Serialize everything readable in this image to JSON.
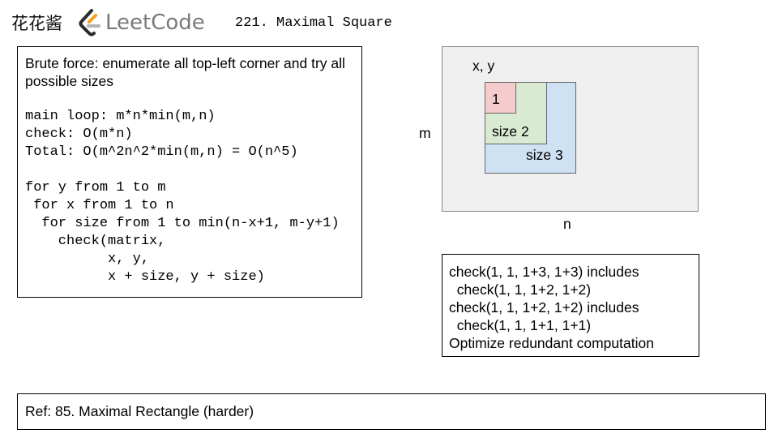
{
  "header": {
    "brand_cn": "花花酱",
    "logo_text": "LeetCode",
    "problem_title": "221. Maximal Square",
    "logo_colors": {
      "bracket": "#2b2b2b",
      "chevron": "#f89f1b",
      "dash": "#b3b3b3"
    }
  },
  "algorithm": {
    "description": "Brute force: enumerate all top-left corner and try all possible sizes",
    "complexity_lines": [
      "main loop: m*n*min(m,n)",
      "check: O(m*n)",
      "Total: O(m^2n^2*min(m,n) = O(n^5)"
    ],
    "code_lines": [
      "for y from 1 to m",
      " for x from 1 to n",
      "  for size from 1 to min(n-x+1, m-y+1)",
      "    check(matrix,",
      "          x, y,",
      "          x + size, y + size)"
    ]
  },
  "diagram": {
    "corner_label": "x, y",
    "rows_label": "m",
    "cols_label": "n",
    "squares": [
      {
        "label": "1",
        "color": "#f4cccc"
      },
      {
        "label": "size 2",
        "color": "#d9ead3"
      },
      {
        "label": "size 3",
        "color": "#cfe2f3"
      }
    ],
    "panel_color": "#efefef"
  },
  "optimization": {
    "lines": [
      "check(1, 1, 1+3, 1+3) includes",
      "  check(1, 1, 1+2, 1+2)",
      "check(1, 1, 1+2, 1+2) includes",
      "  check(1, 1, 1+1, 1+1)",
      "Optimize redundant computation"
    ]
  },
  "reference": {
    "text": "Ref: 85. Maximal Rectangle (harder)"
  }
}
